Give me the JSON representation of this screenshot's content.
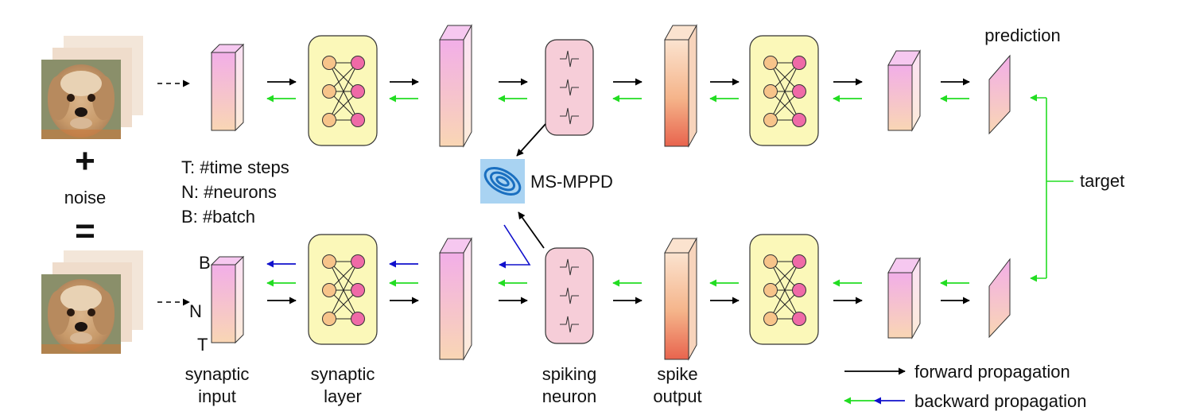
{
  "labels": {
    "prediction": "prediction",
    "target": "target",
    "ms_mppd": "MS-MPPD",
    "plus": "+",
    "noise": "noise",
    "equals": "=",
    "legend_t": "T: #time steps",
    "legend_n": "N: #neurons",
    "legend_b": "B: #batch",
    "axis_b": "B",
    "axis_n": "N",
    "axis_t": "T"
  },
  "captions": {
    "synaptic_input": [
      "synaptic",
      "input"
    ],
    "synaptic_layer": [
      "synaptic",
      "layer"
    ],
    "spiking_neuron": [
      "spiking",
      "neuron"
    ],
    "spike_output": [
      "spike",
      "output"
    ]
  },
  "legend": {
    "forward": "forward propagation",
    "backward": "backward propagation"
  },
  "colors": {
    "forward_arrow": "#000000",
    "backward_green": "#22dd22",
    "backward_blue": "#1010cc",
    "tensor_pink_top": "#f2aee8",
    "tensor_pink_bottom": "#f9d6b4",
    "tensor_peach_top": "#fbe3cf",
    "tensor_peach_bottom": "#e8644e",
    "synaptic_layer_fill": "#fbf8b9",
    "spiking_neuron_fill": "#f6cdd8",
    "node_orange": "#f7c48a",
    "node_pink": "#ef6aa7",
    "ms_mppd_bg": "#a9d3f2",
    "ms_mppd_ring": "#1a6fc0"
  },
  "icons": {
    "dog_image": "dog-photo-stack",
    "ms_mppd": "ellipse-contour-icon",
    "spike": "spike-waveform-icon"
  }
}
